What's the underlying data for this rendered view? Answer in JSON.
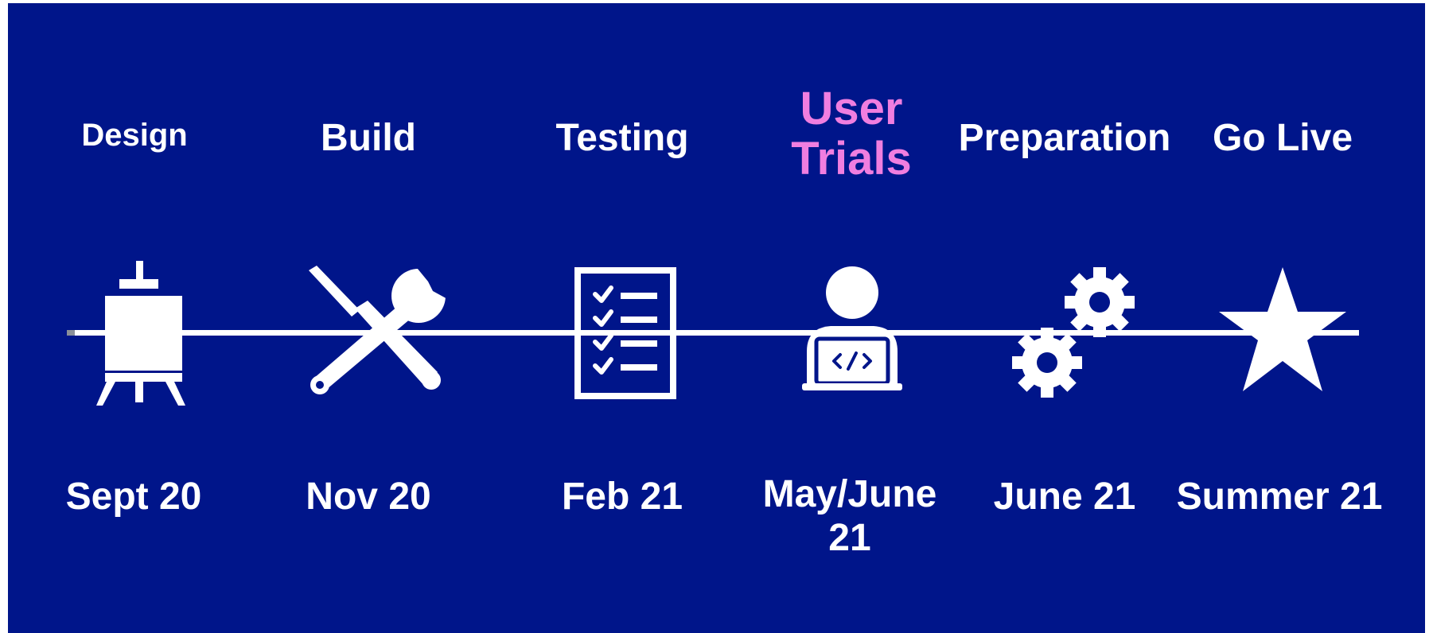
{
  "colors": {
    "background": "#00158a",
    "text": "#ffffff",
    "highlight": "#f07ee0"
  },
  "stages": [
    {
      "label": "Design",
      "date": "Sept 20",
      "icon": "easel-icon"
    },
    {
      "label": "Build",
      "date": "Nov 20",
      "icon": "tools-icon"
    },
    {
      "label": "Testing",
      "date": "Feb 21",
      "icon": "checklist-icon"
    },
    {
      "label": "User Trials",
      "date": "May/June 21",
      "icon": "user-laptop-icon"
    },
    {
      "label": "Preparation",
      "date": "June 21",
      "icon": "gears-icon"
    },
    {
      "label": "Go Live",
      "date": "Summer 21",
      "icon": "star-icon"
    }
  ]
}
